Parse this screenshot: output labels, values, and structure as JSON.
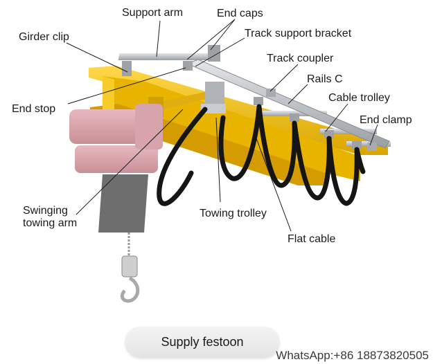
{
  "labels": {
    "support_arm": "Support arm",
    "end_caps": "End caps",
    "track_support_bracket": "Track support bracket",
    "girder_clip": "Girder clip",
    "track_coupler": "Track coupler",
    "rails_c": "Rails C",
    "end_stop": "End stop",
    "cable_trolley": "Cable trolley",
    "end_clamp": "End clamp",
    "swinging_towing_arm_line1": "Swinging",
    "swinging_towing_arm_line2": "towing arm",
    "towing_trolley": "Towing trolley",
    "flat_cable": "Flat cable"
  },
  "caption": "Supply festoon",
  "contact": "WhatsApp:+86 18873820505",
  "colors": {
    "girder": "#f2c200",
    "rail": "#b8bcc0",
    "cable": "#151515",
    "hoist": "#d9a0a8",
    "chain_bag": "#6e6e6e"
  }
}
